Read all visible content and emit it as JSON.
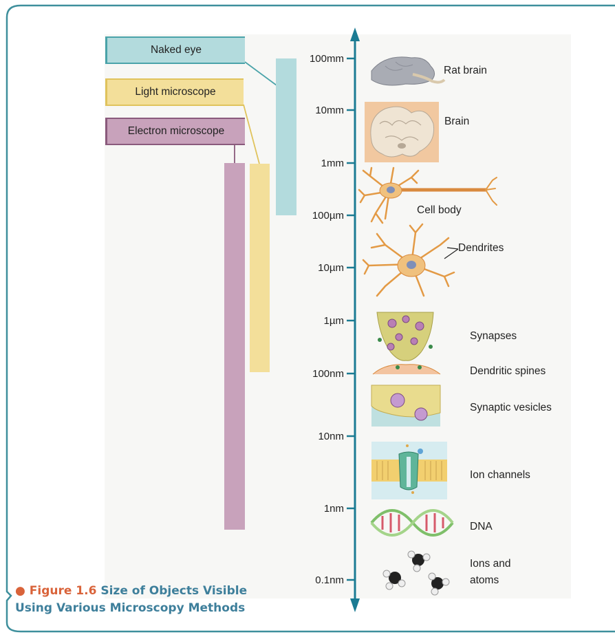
{
  "methods": [
    {
      "label": "Naked eye",
      "color": "#b3dbdd",
      "edge": "#4aa3a9"
    },
    {
      "label": "Light microscope",
      "color": "#f3df9a",
      "edge": "#e0c35c"
    },
    {
      "label": "Electron microscope",
      "color": "#c8a2bb",
      "edge": "#8a5a7c"
    }
  ],
  "scale": [
    "100mm",
    "10mm",
    "1mm",
    "100µm",
    "10µm",
    "1µm",
    "100nm",
    "10nm",
    "1nm",
    "0.1nm"
  ],
  "objects": {
    "rat_brain": "Rat brain",
    "brain": "Brain",
    "cell_body": "Cell body",
    "dendrites": "Dendrites",
    "synapses": "Synapses",
    "dendritic_spines": "Dendritic spines",
    "synaptic_vesicles": "Synaptic vesicles",
    "ion_channels": "Ion channels",
    "dna": "DNA",
    "ions_atoms_1": "Ions and",
    "ions_atoms_2": "atoms"
  },
  "caption": {
    "bullet": "●",
    "figure": "Figure 1.6",
    "text1": "Size of Objects Visible",
    "text2": "Using Various Microscopy Methods"
  },
  "colors": {
    "frame": "#3e8f9c",
    "axis": "#1b7b93",
    "caption": "#3e7f9b",
    "figure": "#d9633a"
  }
}
